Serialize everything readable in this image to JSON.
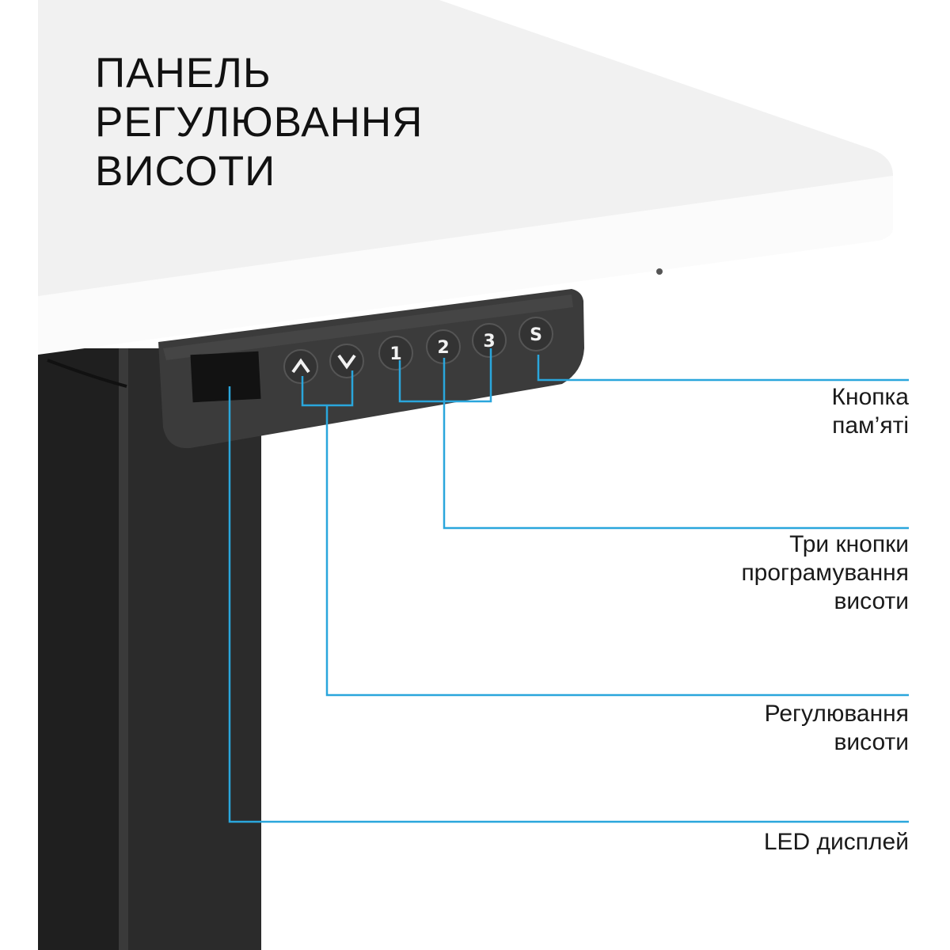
{
  "title": {
    "lines": [
      "ПАНЕЛЬ",
      "РЕГУЛЮВАННЯ",
      "ВИСОТИ"
    ]
  },
  "panel": {
    "buttons": [
      {
        "id": "up",
        "icon": "chevron-up-icon",
        "text": "^"
      },
      {
        "id": "down",
        "icon": "chevron-down-icon",
        "text": "v"
      },
      {
        "id": "1",
        "text": "1"
      },
      {
        "id": "2",
        "text": "2"
      },
      {
        "id": "3",
        "text": "3"
      },
      {
        "id": "s",
        "text": "S"
      }
    ]
  },
  "callouts": {
    "memory": {
      "lines": [
        "Кнопка",
        "пам’яті"
      ]
    },
    "presets": {
      "lines": [
        "Три кнопки",
        "програмування",
        "висоти"
      ]
    },
    "height": {
      "lines": [
        "Регулювання",
        "висоти"
      ]
    },
    "led": {
      "lines": [
        "LED дисплей"
      ]
    }
  },
  "colors": {
    "callout_line": "#2aa6dc",
    "desk_top": "#f1f1f1",
    "panel": "#3b3b3b",
    "leg": "#2b2b2b"
  }
}
